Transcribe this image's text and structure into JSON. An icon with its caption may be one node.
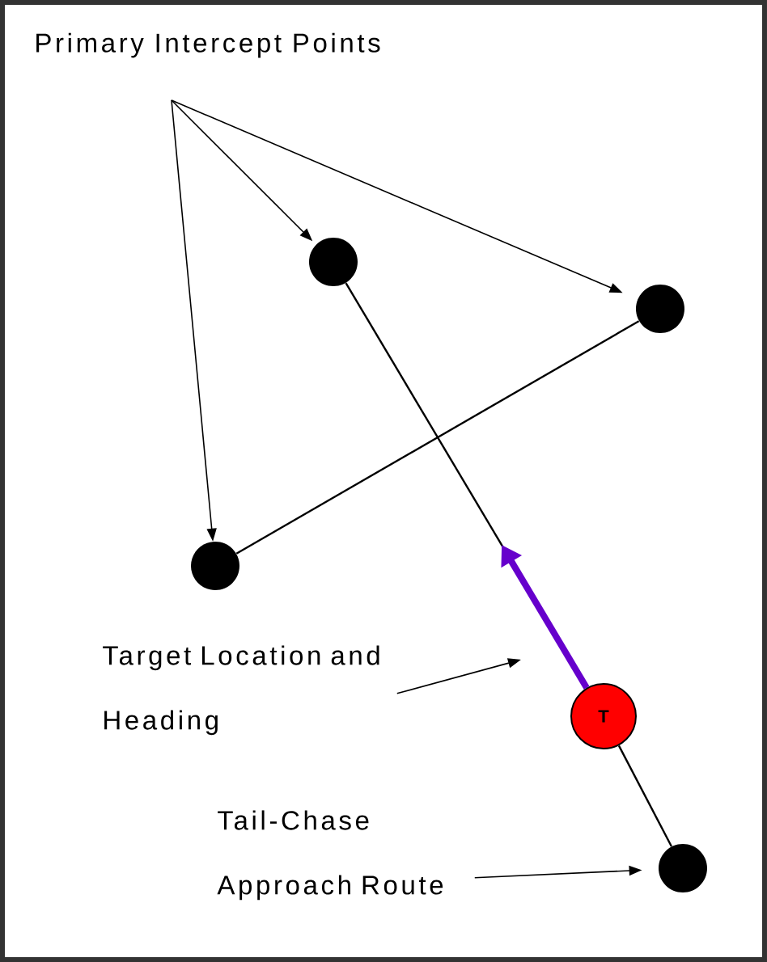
{
  "diagram": {
    "nodes": [
      {
        "text": [
          "Primary Intercept Points"
        ]
      },
      {
        "text": [],
        "shape": "circle"
      },
      {
        "text": [],
        "shape": "circle"
      },
      {
        "text": [],
        "shape": "circle"
      },
      {
        "text": [
          "T"
        ]
      },
      {
        "text": [
          "Target Location and Heading"
        ]
      },
      {
        "text": [
          "Tail-Chase Approach Route"
        ]
      },
      {
        "text": [],
        "shape": "circle"
      }
    ],
    "edges": [
      {
        "from": 0,
        "to": 1,
        "arrow": "to"
      },
      {
        "from": 0,
        "to": 2,
        "arrow": "to"
      },
      {
        "from": 0,
        "to": 3,
        "arrow": "to"
      },
      {
        "from": 2,
        "to": 3,
        "arrow": "none"
      },
      {
        "from": 1,
        "to": 4,
        "arrow": "none"
      },
      {
        "from": 4,
        "to": null,
        "arrow": "to",
        "style": "thick",
        "color": "#6600cc"
      },
      {
        "from": 4,
        "to": 7,
        "arrow": "none"
      },
      {
        "from": 5,
        "to": null,
        "arrow": "to"
      },
      {
        "from": 6,
        "to": 7,
        "arrow": "to"
      }
    ]
  }
}
